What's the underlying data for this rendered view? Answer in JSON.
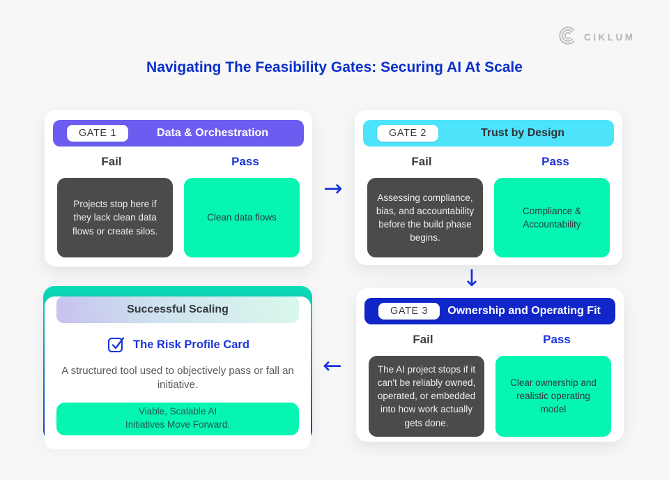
{
  "header": {
    "brand": "CIKLUM",
    "title": "Navigating The Feasibility Gates: Securing AI At Scale"
  },
  "labels": {
    "fail": "Fail",
    "pass": "Pass"
  },
  "gates": [
    {
      "badge": "GATE 1",
      "name": "Data & Orchestration",
      "fail_text": "Projects stop here if they lack clean data flows or create silos.",
      "pass_text": "Clean data flows"
    },
    {
      "badge": "GATE 2",
      "name": "Trust by Design",
      "fail_text": "Assessing compliance, bias, and accountability before the build phase begins.",
      "pass_text": "Compliance & Accountability"
    },
    {
      "badge": "GATE 3",
      "name": "Ownership and Operating Fit",
      "fail_text": "The AI project stops if it can't be reliably owned, operated, or embedded into how work actually gets done.",
      "pass_text": "Clear ownership and realistic operating model"
    }
  ],
  "success_card": {
    "header": "Successful Scaling",
    "tool_title": "The Risk Profile Card",
    "description": "A structured tool used to objectively pass or fall an initiative.",
    "outcome_line1": "Viable, Scalable AI",
    "outcome_line2": "Initiatives Move Forward."
  },
  "icons": {
    "arrow_right": "→",
    "arrow_down": "↓",
    "arrow_left": "←",
    "checkbox": "✓"
  },
  "colors": {
    "title_blue": "#0b30c8",
    "accent_blue": "#1a34d8",
    "gate1_purple": "#6c5cf0",
    "gate2_cyan": "#4de3fa",
    "gate3_blue": "#1126c8",
    "fail_gray": "#4b4b4b",
    "pass_mint": "#06f5b3",
    "success_gradient_start": "#c7c5ef",
    "success_gradient_end": "#d9f7ec",
    "page_bg": "#f7f7f8",
    "logo_gray": "#b4b4ba"
  }
}
